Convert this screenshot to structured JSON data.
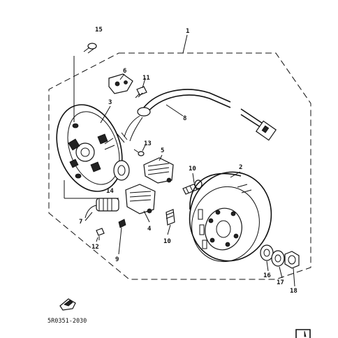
{
  "diagram": {
    "part_labels": [
      {
        "id": "p1",
        "text": "1"
      },
      {
        "id": "p2",
        "text": "2"
      },
      {
        "id": "p3",
        "text": "3"
      },
      {
        "id": "p4",
        "text": "4"
      },
      {
        "id": "p5",
        "text": "5"
      },
      {
        "id": "p6",
        "text": "6"
      },
      {
        "id": "p7",
        "text": "7"
      },
      {
        "id": "p8",
        "text": "8"
      },
      {
        "id": "p9",
        "text": "9"
      },
      {
        "id": "p10a",
        "text": "10"
      },
      {
        "id": "p10b",
        "text": "10"
      },
      {
        "id": "p11",
        "text": "11"
      },
      {
        "id": "p12",
        "text": "12"
      },
      {
        "id": "p13",
        "text": "13"
      },
      {
        "id": "p14",
        "text": "14"
      },
      {
        "id": "p15",
        "text": "15"
      },
      {
        "id": "p16",
        "text": "16"
      },
      {
        "id": "p17",
        "text": "17"
      },
      {
        "id": "p18",
        "text": "18"
      }
    ],
    "catalog_code": "5R0351-2030"
  }
}
